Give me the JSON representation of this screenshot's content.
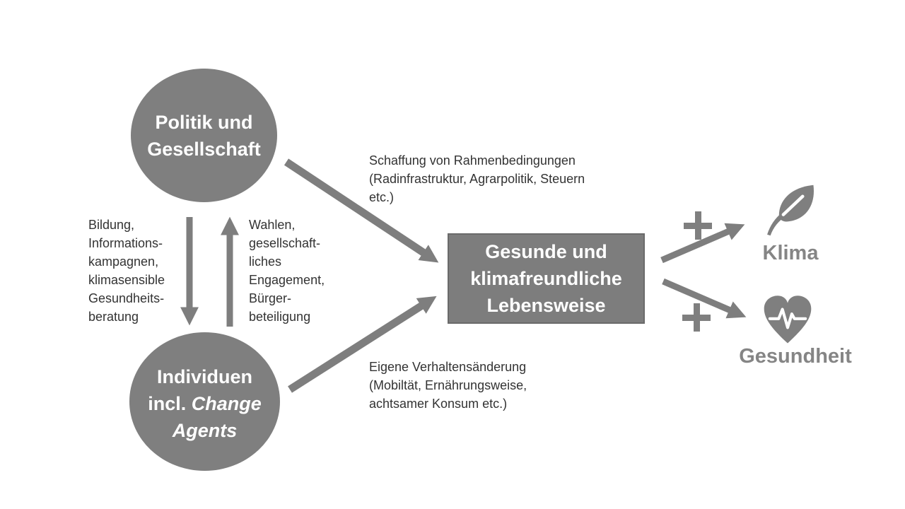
{
  "colors": {
    "shape_gray": "#7f7f7f",
    "arrow_gray": "#7e7e7e",
    "box_fill": "#7d7d7d",
    "box_border": "#6a6a6a",
    "text_dark": "#333333",
    "text_white": "#ffffff",
    "label_gray": "#858585",
    "bg": "#ffffff"
  },
  "nodes": {
    "politik_circle": {
      "line1": "Politik und",
      "line2": "Gesellschaft"
    },
    "individuen_circle": {
      "line1": "Individuen",
      "line2_normal": "incl. ",
      "line2_italic": "Change",
      "line3_italic": "Agents"
    },
    "lebensweise_box": {
      "line1": "Gesunde und",
      "line2": "klimafreundliche",
      "line3": "Lebensweise"
    }
  },
  "edge_labels": {
    "politik_to_individuen": {
      "lines": [
        "Bildung,",
        "Informations-",
        "kampagnen,",
        "klimasensible",
        "Gesundheits-",
        "beratung"
      ]
    },
    "individuen_to_politik": {
      "lines": [
        "Wahlen,",
        "gesellschaft-",
        "liches",
        "Engagement,",
        "Bürger-",
        "beteiligung"
      ]
    },
    "politik_to_box": {
      "lines": [
        "Schaffung von Rahmenbedingungen",
        "(Radinfrastruktur, Agrarpolitik, Steuern",
        "etc.)"
      ]
    },
    "individuen_to_box": {
      "lines": [
        "Eigene Verhaltensänderung",
        "(Mobiltät, Ernährungsweise,",
        "achtsamer Konsum etc.)"
      ]
    }
  },
  "outcomes": {
    "klima": {
      "label": "Klima",
      "sign": "+",
      "icon": "leaf-icon"
    },
    "gesundheit": {
      "label": "Gesundheit",
      "sign": "+",
      "icon": "heart-pulse-icon"
    }
  }
}
